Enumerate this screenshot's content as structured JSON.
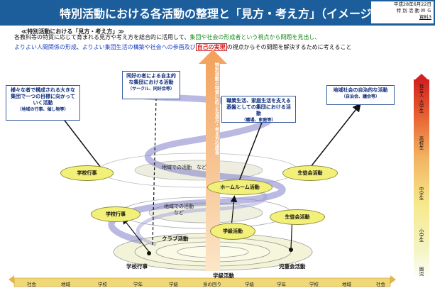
{
  "header": {
    "title": "特別活動における各活動の整理と「見方・考え方」（イメージ案）",
    "date": "平成28年6月22日",
    "org": "特 別 活 動 Ｗ Ｇ",
    "doc_label": "資料3"
  },
  "framework": {
    "title": "≪特別活動における「見方・考え方」≫",
    "line1": "各教科等の特質に応じて育まれる見方や考え方を総合的に活用して、",
    "line1_highlight": "集団や社会の形成者という視点から問題を見出し、",
    "line2_a": "よりよい人間関係の形成",
    "line2_b": "、",
    "line2_c": "よりよい集団生活の構築や社会への参画及び",
    "line2_d": "自己の実現",
    "line2_e": "の視点からその問題を解決するために考えること"
  },
  "callouts": {
    "large_group": {
      "text": "様々な者で構成される大きな集団で一つの目標に向かっていく活動",
      "sub": "（地域の行事、催し物等）"
    },
    "voluntary_group": {
      "text": "同好の者による自主的な集団における活動",
      "sub": "（サークル、同好会等）"
    },
    "work_group": {
      "text": "職業生活、家庭生活を支える基盤としての集団における活動",
      "sub": "（職場、家庭等）"
    },
    "community": {
      "text": "地域社会の自治的な活動",
      "sub": "（自治会、議会等）"
    }
  },
  "center_arrow_label": "特別活動の特質に応じた見方・考え方の成長",
  "ovals": {
    "school_event_upper": "学校行事",
    "student_council_upper": "生徒会活動",
    "homeroom": "ホームルーム活動",
    "school_event_mid": "学校行事",
    "student_council_mid": "生徒会活動",
    "class_activity": "学級活動"
  },
  "plain_labels": {
    "local_activity_upper": "地域での活動　など",
    "local_activity_lower": "地域での活動など",
    "club": "クラブ活動",
    "school_event_low": "学校行事",
    "class_activity_low": "学級活動",
    "children_council": "児童会活動"
  },
  "stages": {
    "top": "社会人 大学生",
    "high": "高校生",
    "junior": "中学生",
    "elementary": "小学生",
    "kinder": "園児"
  },
  "bottom_axis": [
    "社会",
    "地域",
    "学校",
    "学年",
    "学級",
    "身の回り",
    "学級",
    "学年",
    "学校",
    "地域",
    "社会"
  ],
  "colors": {
    "title_bar": "#1c5e9c",
    "oval_fill": "#f2f079",
    "arrow_orange": "#f2a05a",
    "spiral": "#8080c8"
  }
}
